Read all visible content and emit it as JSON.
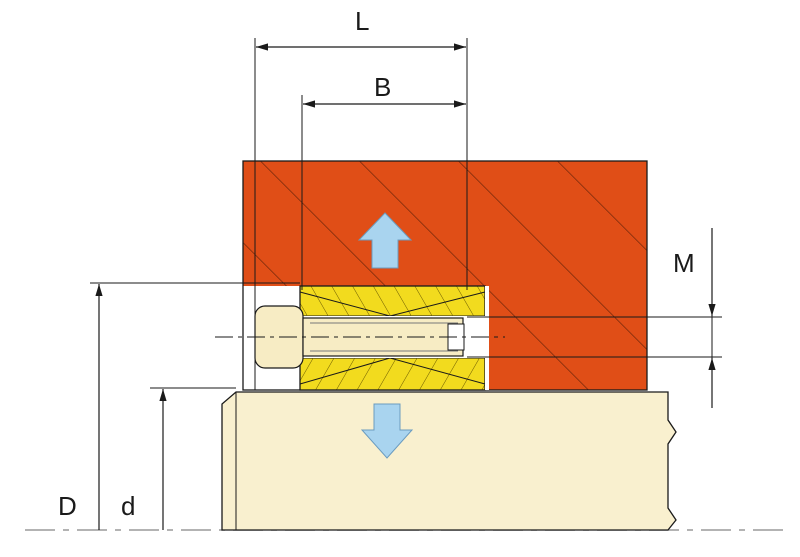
{
  "labels": {
    "L": "L",
    "B": "B",
    "M": "M",
    "D": "D",
    "d": "d"
  },
  "colors": {
    "hub": "#e04e17",
    "hub_hatch": "#5a1f08",
    "shaft": "#f9f0cf",
    "element": "#f2db1e",
    "element_hatch": "#6b5a00",
    "screw": "#f7ecc4",
    "arrow": "#a9d4ef",
    "line": "#1a1a1a"
  },
  "icons": {
    "pressure_up": "arrow-up-icon",
    "pressure_down": "arrow-down-icon"
  }
}
